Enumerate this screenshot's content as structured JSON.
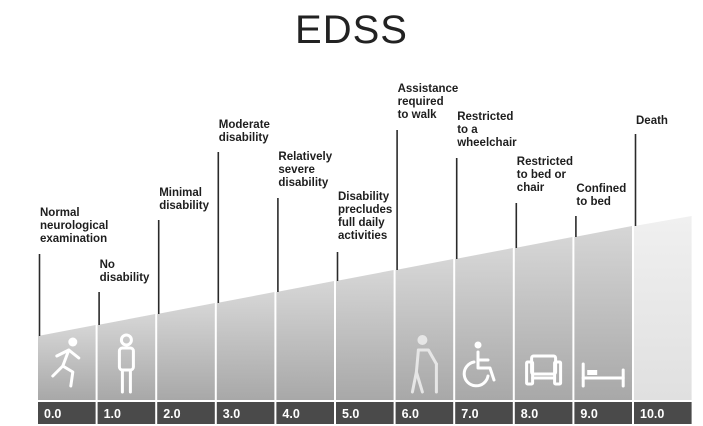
{
  "title": "EDSS",
  "colors": {
    "bar_top": "#d9d9d9",
    "bar_bottom": "#9e9e9e",
    "score_box": "#4a4a4a",
    "last_bar": "#ebebeb",
    "line": "#2a2a2a"
  },
  "stages": [
    {
      "score": "0.0",
      "label": [
        "Normal",
        "neurological",
        "examination"
      ],
      "icon": "running-person-icon"
    },
    {
      "score": "1.0",
      "label": [
        "No",
        "disability"
      ],
      "icon": "standing-person-icon"
    },
    {
      "score": "2.0",
      "label": [
        "Minimal",
        "disability"
      ],
      "icon": ""
    },
    {
      "score": "3.0",
      "label": [
        "Moderate",
        "disability"
      ],
      "icon": ""
    },
    {
      "score": "4.0",
      "label": [
        "Relatively",
        "severe",
        "disability"
      ],
      "icon": ""
    },
    {
      "score": "5.0",
      "label": [
        "Disability",
        "precludes",
        "full daily",
        "activities"
      ],
      "icon": ""
    },
    {
      "score": "6.0",
      "label": [
        "Assistance",
        "required",
        "to walk"
      ],
      "icon": "person-with-cane-icon"
    },
    {
      "score": "7.0",
      "label": [
        "Restricted",
        "to a",
        "wheelchair"
      ],
      "icon": "wheelchair-icon"
    },
    {
      "score": "8.0",
      "label": [
        "Restricted",
        "to bed or",
        "chair"
      ],
      "icon": "armchair-icon"
    },
    {
      "score": "9.0",
      "label": [
        "Confined",
        "to bed"
      ],
      "icon": "bed-icon"
    },
    {
      "score": "10.0",
      "label": [
        "Death"
      ],
      "icon": ""
    }
  ]
}
